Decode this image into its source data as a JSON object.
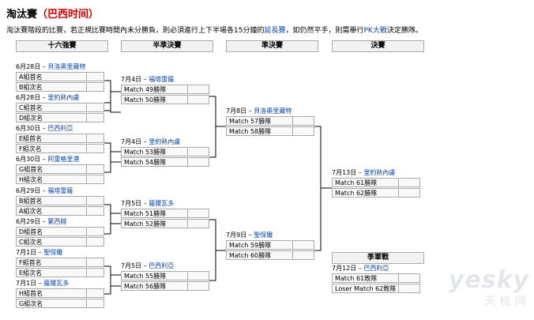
{
  "title": "淘汰賽",
  "timezone": "（巴西时间）",
  "desc": {
    "pre": "淘汰賽階段的比賽，若正規比賽時間內未分勝負，則必須進行上下半場各15分鐘的",
    "link1": "延長賽",
    "mid": "，如仍然平手，則需舉行",
    "link2": "PK大戰",
    "post": "決定勝隊。"
  },
  "headers": {
    "r16": "十六強賽",
    "qf": "半準決賽",
    "sf": "準決賽",
    "final": "決賽",
    "third": "季軍戰"
  },
  "r16": [
    {
      "date": "6月28日",
      "venue": "貝洛奧里藏特",
      "t1": "A組首名",
      "t2": "B組次名"
    },
    {
      "date": "6月28日",
      "venue": "里約熱內盧",
      "t1": "C組首名",
      "t2": "D組次名"
    },
    {
      "date": "6月30日",
      "venue": "巴西利亞",
      "t1": "E組首名",
      "t2": "F組次名"
    },
    {
      "date": "6月30日",
      "venue": "阿雷格里港",
      "t1": "G組首名",
      "t2": "H組次名"
    },
    {
      "date": "6月29日",
      "venue": "福塔雷薩",
      "t1": "B組首名",
      "t2": "A組次名"
    },
    {
      "date": "6月29日",
      "venue": "累西腓",
      "t1": "D組首名",
      "t2": "C組次名"
    },
    {
      "date": "7月1日",
      "venue": "聖保羅",
      "t1": "F組首名",
      "t2": "E組次名"
    },
    {
      "date": "7月1日",
      "venue": "薩爾瓦多",
      "t1": "H組首名",
      "t2": "G組次名"
    }
  ],
  "qf": [
    {
      "date": "7月4日",
      "venue": "福塔雷薩",
      "t1": "Match 49勝隊",
      "t2": "Match 50勝隊"
    },
    {
      "date": "7月4日",
      "venue": "里約熱內盧",
      "t1": "Match 53勝隊",
      "t2": "Match 54勝隊"
    },
    {
      "date": "7月5日",
      "venue": "薩爾瓦多",
      "t1": "Match 51勝隊",
      "t2": "Match 52勝隊"
    },
    {
      "date": "7月5日",
      "venue": "巴西利亞",
      "t1": "Match 55勝隊",
      "t2": "Match 56勝隊"
    }
  ],
  "sf": [
    {
      "date": "7月8日",
      "venue": "貝洛奧里藏特",
      "t1": "Match 57勝隊",
      "t2": "Match 58勝隊"
    },
    {
      "date": "7月9日",
      "venue": "聖保羅",
      "t1": "Match 59勝隊",
      "t2": "Match 60勝隊"
    }
  ],
  "final": {
    "date": "7月13日",
    "venue": "里約熱內盧",
    "t1": "Match 61勝隊",
    "t2": "Match 62勝隊"
  },
  "third": {
    "date": "7月12日",
    "venue": "巴西利亞",
    "t1": "Match 61敗隊",
    "t2": "Loser Match 62敗隊"
  },
  "watermark": {
    "brand": "yesky",
    "cn": "天极网"
  }
}
